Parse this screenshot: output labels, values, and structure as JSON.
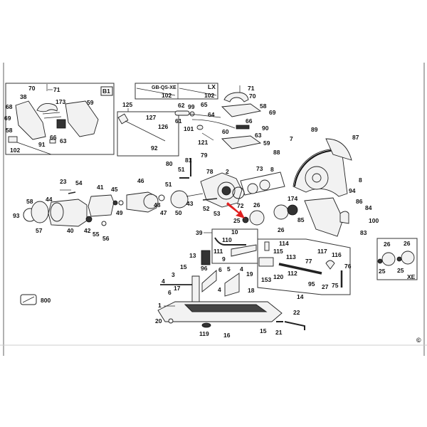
{
  "diagram": {
    "title_region_codes": {
      "b1": "B1",
      "gb": "GB-QS-XE",
      "lx": "LX",
      "xe": "XE"
    },
    "copyright_symbol": "©",
    "highlight_arrow_color": "#e02020",
    "labels": {
      "b1_70": "70",
      "b1_71": "71",
      "b1_38": "38",
      "b1_173": "173",
      "b1_59": "59",
      "b1_68": "68",
      "b1_69": "69",
      "b1_58": "58",
      "b1_66": "66",
      "b1_63": "63",
      "b1_91": "91",
      "b1_102": "102",
      "gb_102": "102",
      "lx_102": "102",
      "p125": "125",
      "p127": "127",
      "p126": "126",
      "p92": "92",
      "p62": "62",
      "p99": "99",
      "p65": "65",
      "p64": "64",
      "p61": "61",
      "p101": "101",
      "p121": "121",
      "t71": "71",
      "t70": "70",
      "t58": "58",
      "t69": "69",
      "t66": "66",
      "t90": "90",
      "t60": "60",
      "t63": "63",
      "t59": "59",
      "p79": "79",
      "p80": "80",
      "p81": "81",
      "p51a": "51",
      "p78": "78",
      "p2": "2",
      "p23": "23",
      "p54": "54",
      "p41": "41",
      "p45": "45",
      "p44": "44",
      "p58b": "58",
      "p93": "93",
      "p57": "57",
      "p40": "40",
      "p42": "42",
      "p55": "55",
      "p56": "56",
      "p46": "46",
      "p51b": "51",
      "p49": "49",
      "p48": "48",
      "p47": "47",
      "p50": "50",
      "p43": "43",
      "p52": "52",
      "p53": "53",
      "p73": "73",
      "p8a": "8",
      "p72": "72",
      "p26a": "26",
      "p25a": "25",
      "p26b": "26",
      "p174": "174",
      "p85": "85",
      "p7": "7",
      "p89": "89",
      "p87": "87",
      "p88": "88",
      "p8b": "8",
      "p94": "94",
      "p86": "86",
      "p84": "84",
      "p100": "100",
      "p83": "83",
      "p39": "39",
      "p10": "10",
      "p110": "110",
      "p111": "111",
      "p9": "9",
      "p13": "13",
      "p15a": "15",
      "p96": "96",
      "p4a": "4",
      "p3": "3",
      "p6a": "6",
      "p5": "5",
      "p4b": "4",
      "p19": "19",
      "p17": "17",
      "p6b": "6",
      "p4c": "4",
      "p18": "18",
      "p114": "114",
      "p115": "115",
      "p113": "113",
      "p112": "112",
      "p120": "120",
      "p153": "153",
      "p77": "77",
      "p117": "117",
      "p116": "116",
      "p76": "76",
      "p75": "75",
      "p27": "27",
      "p95": "95",
      "p14": "14",
      "xe_26a": "26",
      "xe_26b": "26",
      "xe_25a": "25",
      "xe_25b": "25",
      "p1": "1",
      "p20": "20",
      "p119": "119",
      "p16": "16",
      "p15b": "15",
      "p21": "21",
      "p22": "22",
      "p800": "800"
    }
  }
}
